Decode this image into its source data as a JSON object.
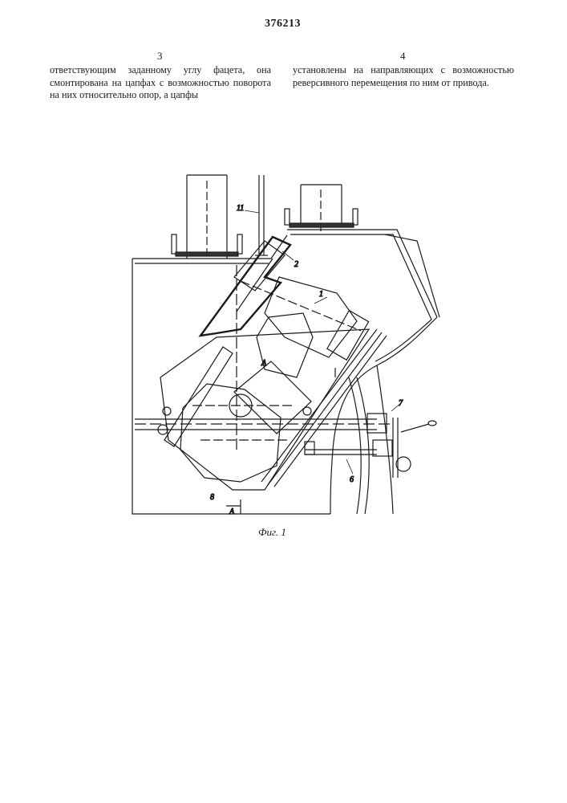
{
  "header": {
    "patent_number": "376213",
    "left_column_number": "3",
    "right_column_number": "4"
  },
  "text": {
    "left_column": "ответствующим заданному углу фацета, она смонтирована на цапфах с возможностью поворота на них относительно опор, а цапфы",
    "right_column": "установлены на направляющих с возможностью реверсивного перемещения по ним от привода."
  },
  "figure": {
    "caption": "Фиг. 1",
    "labels": {
      "l11": "11",
      "l2": "2",
      "l1": "1",
      "lA_center": "A",
      "l7": "7",
      "l6": "6",
      "l8": "8",
      "lA_section": "A"
    }
  }
}
